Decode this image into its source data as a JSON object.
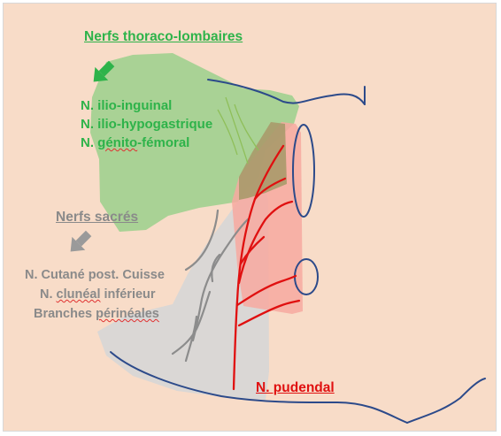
{
  "labels": {
    "thoraco_title": "Nerfs thoraco-lombaires",
    "ilio_inguinal": "N. ilio-inguinal",
    "ilio_hypogastrique": "N. ilio-hypogastrique",
    "genito_prefix": "N. ",
    "genito_word": "génito",
    "genito_suffix": "-fémoral",
    "sacres_title": "Nerfs sacrés",
    "cutane": "N. Cutané post. Cuisse",
    "cluneal_prefix": "N. ",
    "cluneal_word": "clunéal",
    "cluneal_suffix": " inférieur",
    "branches_prefix": "Branches ",
    "branches_word": "périnéales",
    "pudendal_title": "N. pudendal"
  },
  "colors": {
    "background": "#f8dcc8",
    "thoraco_region": "#9bd08c",
    "sacral_region": "#d6d6d6",
    "pudendal_region": "#f7a9a0",
    "overlap_region": "#a89a6a",
    "pudendal_nerve": "#e01010",
    "sacral_nerve": "#8c8c8c",
    "outline": "#2c4a8a",
    "green_text": "#2eb34a",
    "grey_text": "#8a8a8a",
    "red_text": "#e01010"
  },
  "icons": {
    "green_arrow": "arrow-down-right-icon",
    "grey_arrow": "arrow-down-right-icon"
  }
}
